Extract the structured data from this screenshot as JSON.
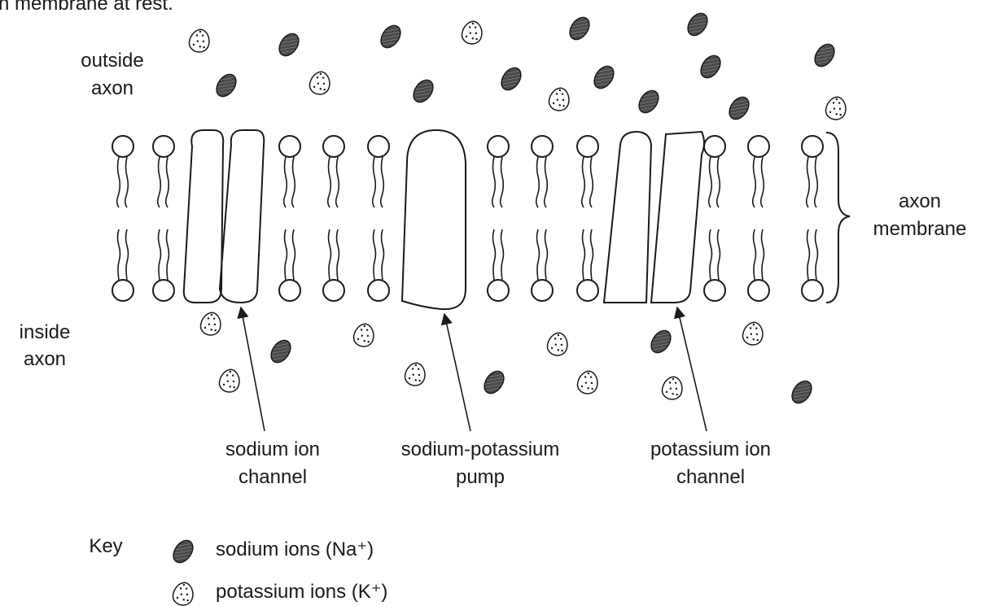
{
  "caption_fragment": "n membrane at rest.",
  "regions": {
    "outside": [
      "outside",
      "axon"
    ],
    "inside": [
      "inside",
      "axon"
    ],
    "membrane": [
      "axon",
      "membrane"
    ]
  },
  "proteins": {
    "sodium_channel": [
      "sodium ion",
      "channel"
    ],
    "pump": [
      "sodium-potassium",
      "pump"
    ],
    "potassium_channel": [
      "potassium ion",
      "channel"
    ]
  },
  "key": {
    "title": "Key",
    "sodium": "sodium ions (Na⁺)",
    "potassium": "potassium ions (K⁺)"
  },
  "ion_symbols": {
    "sodium": "sodium-ion-icon",
    "potassium": "potassium-ion-icon"
  }
}
